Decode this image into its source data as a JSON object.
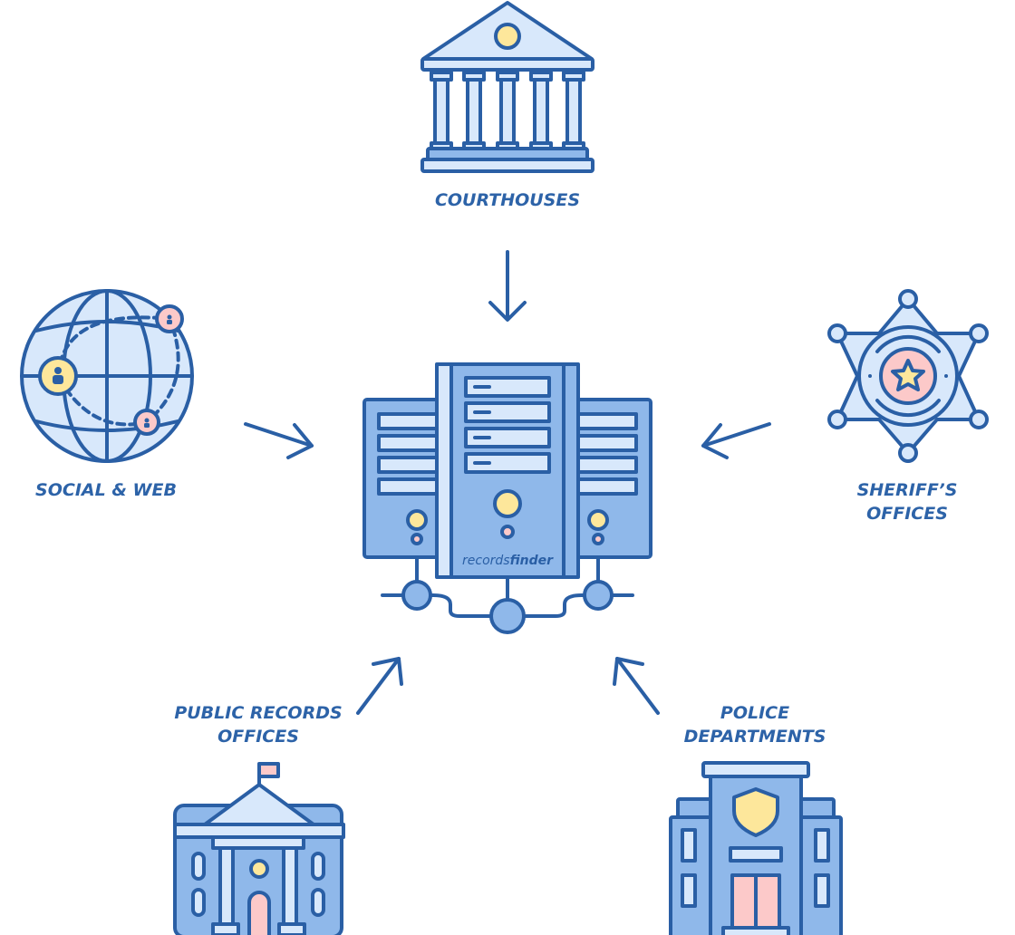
{
  "center": {
    "logo_light": "records",
    "logo_bold": "finder"
  },
  "sources": [
    {
      "lines": [
        "COURTHOUSES"
      ]
    },
    {
      "lines": [
        "SOCIAL & WEB"
      ]
    },
    {
      "lines": [
        "SHERIFF’S",
        "OFFICES"
      ]
    },
    {
      "lines": [
        "PUBLIC RECORDS",
        "OFFICES"
      ]
    },
    {
      "lines": [
        "POLICE",
        "DEPARTMENTS"
      ]
    }
  ],
  "colors": {
    "stroke": "#2a5fa5",
    "fill": "#8fb8ea",
    "light": "#d8e8fb",
    "yellow": "#fde79b",
    "pink": "#fcc9c9"
  }
}
